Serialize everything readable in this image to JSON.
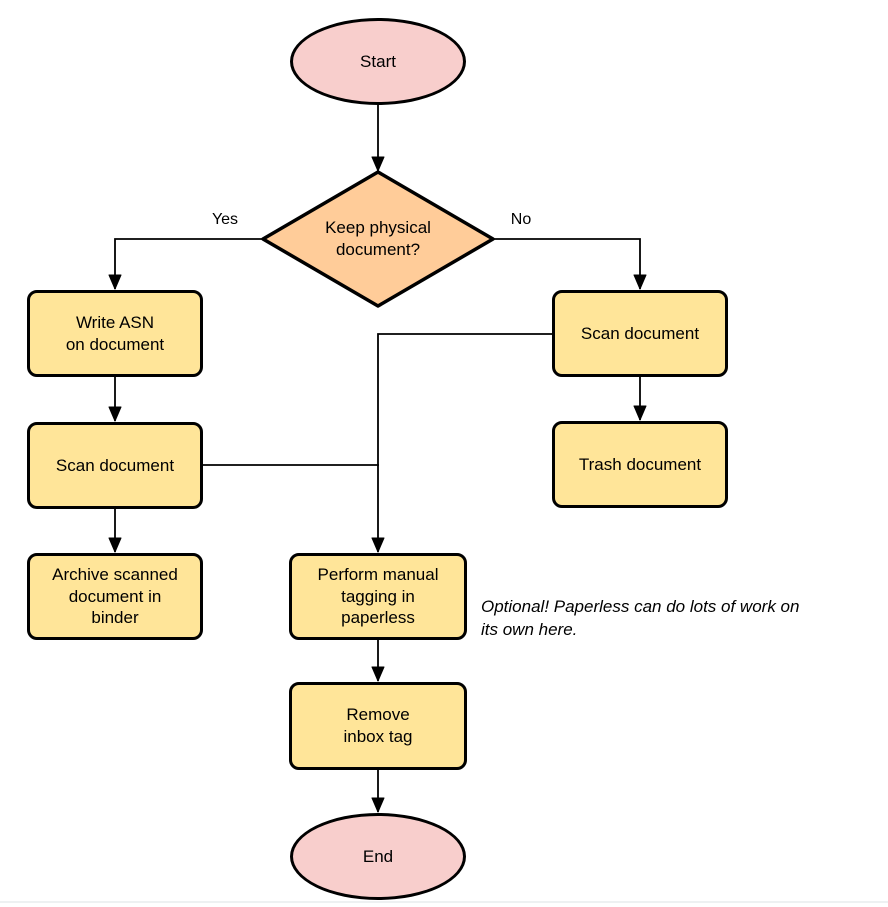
{
  "diagram": {
    "nodes": {
      "start": {
        "label": "Start",
        "type": "terminator"
      },
      "decision": {
        "label": "Keep physical\ndocument?",
        "type": "decision"
      },
      "write_asn": {
        "label": "Write ASN\non document",
        "type": "process"
      },
      "scan_left": {
        "label": "Scan document",
        "type": "process"
      },
      "archive": {
        "label": "Archive scanned\ndocument in\nbinder",
        "type": "process"
      },
      "scan_right": {
        "label": "Scan document",
        "type": "process"
      },
      "trash": {
        "label": "Trash document",
        "type": "process"
      },
      "tagging": {
        "label": "Perform manual\ntagging in\npaperless",
        "type": "process"
      },
      "remove_inbox": {
        "label": "Remove\ninbox tag",
        "type": "process"
      },
      "end": {
        "label": "End",
        "type": "terminator"
      }
    },
    "edge_labels": {
      "yes": "Yes",
      "no": "No"
    },
    "note": "Optional! Paperless can do lots of work on\nits own here.",
    "colors": {
      "terminator-fill": "#f8cecc",
      "decision-fill": "#ffcc99",
      "process-fill": "#ffe599",
      "stroke": "#000000",
      "background": "#ffffff",
      "divider": "#eef1f2"
    }
  }
}
